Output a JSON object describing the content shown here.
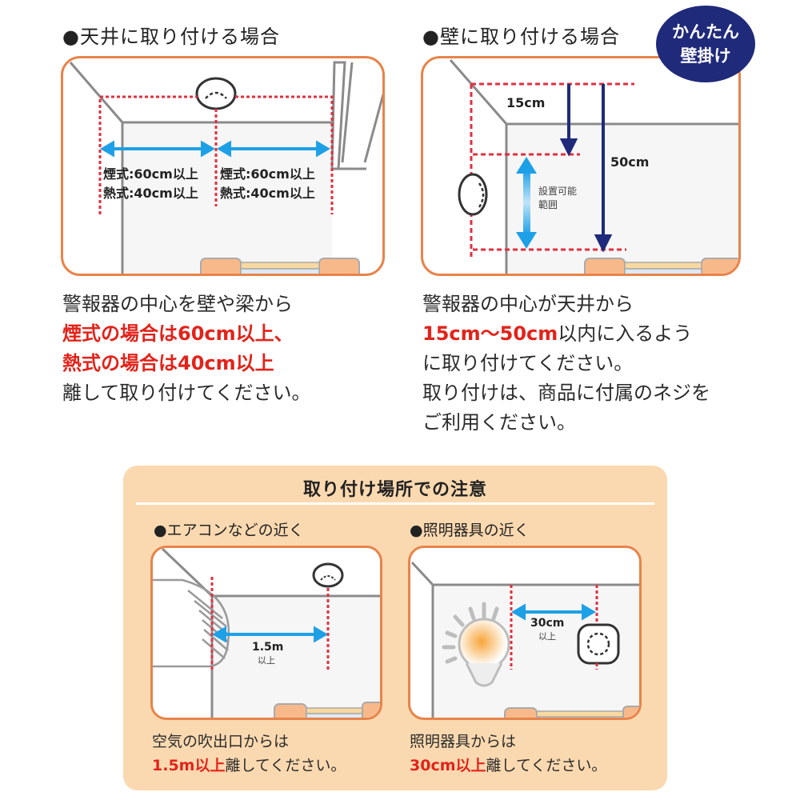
{
  "ceiling_section": {
    "heading": "●天井に取り付ける場合",
    "diagram": {
      "label_left_smoke": "煙式:60cm以上",
      "label_left_heat": "熱式:40cm以上",
      "label_right_smoke": "煙式:60cm以上",
      "label_right_heat": "熱式:40cm以上"
    },
    "description": {
      "line1": "警報器の中心を壁や梁から",
      "line2_red": "煙式の場合は60cm以上、",
      "line3_red": "熱式の場合は40cm以上",
      "line4": "離して取り付けてください。"
    }
  },
  "wall_section": {
    "heading": "●壁に取り付ける場合",
    "badge": {
      "line1": "かんたん",
      "line2": "壁掛け"
    },
    "diagram": {
      "label_15": "15cm",
      "label_50": "50cm",
      "range_label_1": "設置可能",
      "range_label_2": "範囲"
    },
    "description": {
      "line1": "警報器の中心が天井から",
      "line2_red": "15cm〜50cm",
      "line2_rest": "以内に入るよう",
      "line3": "に取り付けてください。",
      "line4": "取り付けは、商品に付属のネジを",
      "line5": "ご利用ください。"
    }
  },
  "caution_section": {
    "title": "取り付け場所での注意",
    "aircon": {
      "heading": "●エアコンなどの近く",
      "distance_value": "1.5m",
      "distance_suffix": "以上",
      "text_line1": "空気の吹出口からは",
      "text_red": "1.5m以上",
      "text_rest": "離してください。"
    },
    "lighting": {
      "heading": "●照明器具の近く",
      "distance_value": "30cm",
      "distance_suffix": "以上",
      "text_line1": "照明器具からは",
      "text_red": "30cm以上",
      "text_rest": "離してください。"
    }
  },
  "colors": {
    "panel_border": "#e8834a",
    "caution_bg": "#fbd9b0",
    "emphasis_red": "#e2231a",
    "badge_navy": "#1f2a7a",
    "arrow_blue": "#1ea0e6",
    "guide_red_dotted": "#e03040"
  }
}
